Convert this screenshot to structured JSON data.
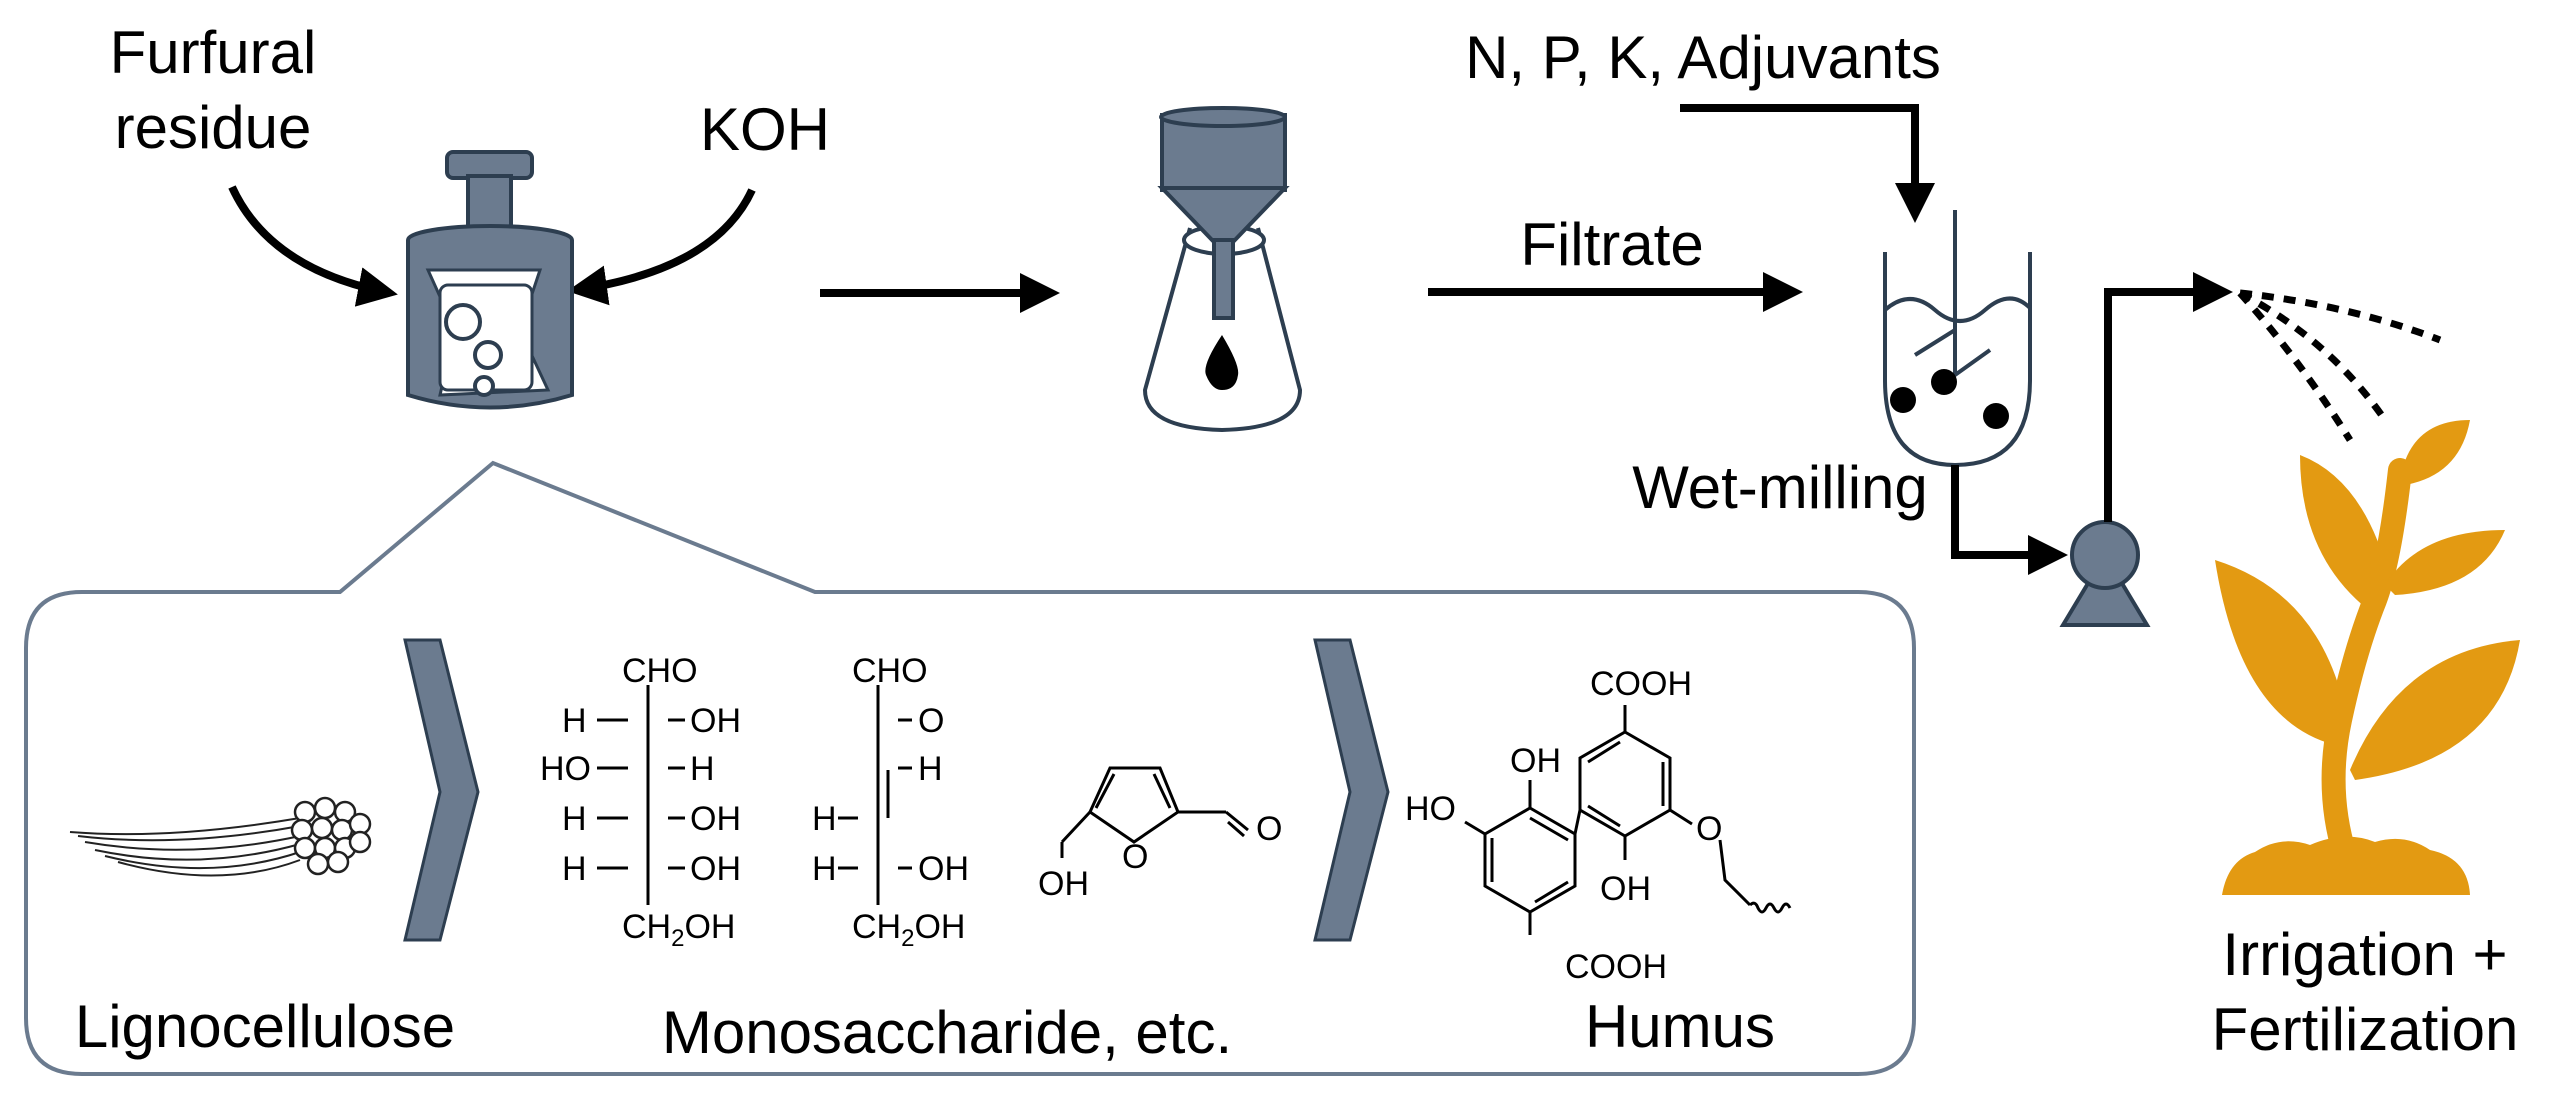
{
  "labels": {
    "furfural_line1": "Furfural",
    "furfural_line2": "residue",
    "koh": "KOH",
    "npk": "N, P, K, Adjuvants",
    "filtrate": "Filtrate",
    "wet_milling": "Wet-milling",
    "irrigation_line1": "Irrigation +",
    "irrigation_line2": "Fertilization",
    "lignocellulose": "Lignocellulose",
    "monosaccharide": "Monosaccharide, etc.",
    "humus": "Humus"
  },
  "chem": {
    "cho": "CHO",
    "h": "H",
    "oh": "OH",
    "ho": "HO",
    "o": "O",
    "ch2oh_left": "CH",
    "ch2oh_sub": "2",
    "ch2oh_right": "OH",
    "cooh": "COOH"
  },
  "colors": {
    "slate": "#6b7b8f",
    "dark_slate": "#2d3e50",
    "orange": "#e39a12",
    "line": "#000000"
  }
}
